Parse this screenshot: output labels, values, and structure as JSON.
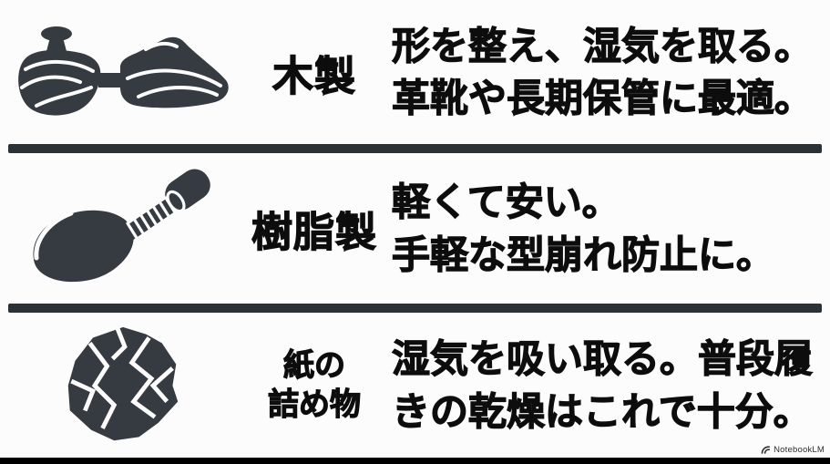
{
  "page": {
    "background": "#fcfcfc",
    "icon_color": "#363b42",
    "divider_color": "#2c3136",
    "text_color": "#0d0d0d",
    "bottom_bar_color": "#000000"
  },
  "rows": [
    {
      "icon": "wooden-shoe-tree-icon",
      "label_lines": [
        "木製"
      ],
      "desc_lines": [
        "形を整え、湿気を取る。",
        "革靴や長期保管に最適。"
      ]
    },
    {
      "icon": "plastic-spring-shoe-tree-icon",
      "label_lines": [
        "樹脂製"
      ],
      "desc_lines": [
        "軽くて安い。",
        "手軽な型崩れ防止に。"
      ]
    },
    {
      "icon": "crumpled-paper-icon",
      "label_lines": [
        "紙の",
        "詰め物"
      ],
      "desc_lines": [
        "湿気を吸い取る。普段履",
        "きの乾燥はこれで十分。"
      ]
    }
  ],
  "footer": {
    "brand": "NotebookLM",
    "logo": "notebooklm-logo-icon"
  }
}
